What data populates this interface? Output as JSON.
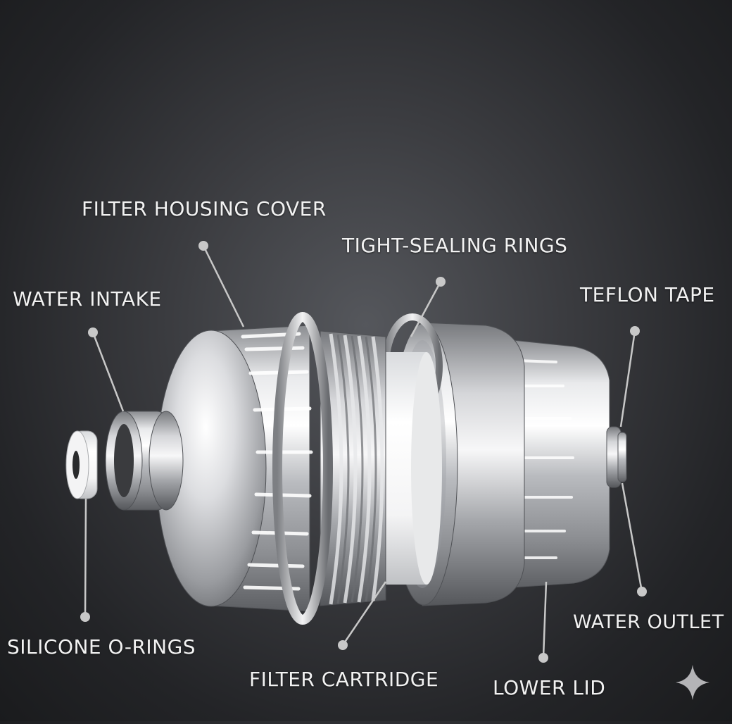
{
  "labels": {
    "filter_housing_cover": "FILTER HOUSING COVER",
    "tight_sealing_rings": "TIGHT-SEALING RINGS",
    "water_intake": "WATER INTAKE",
    "teflon_tape": "TEFLON TAPE",
    "silicone_o_rings": "SILICONE O-RINGS",
    "filter_cartridge": "FILTER CARTRIDGE",
    "lower_lid": "LOWER LID",
    "water_outlet": "WATER OUTLET"
  },
  "colors": {
    "label_text": "#f2f2f2",
    "leader_line": "#c8c8c8",
    "metal_light": "#f4f5f6",
    "metal_dark": "#6e7075"
  },
  "icons": [
    "sparkle-icon"
  ]
}
